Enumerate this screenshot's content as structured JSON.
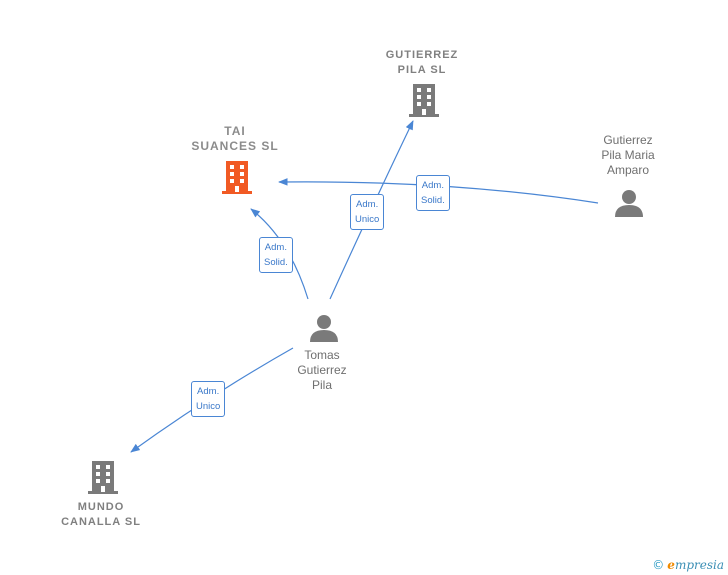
{
  "nodes": {
    "tai_suances": {
      "label": "TAI\nSUANCES  SL",
      "type": "company",
      "color": "#f15a24",
      "icon": "building-icon"
    },
    "gutierrez_pila": {
      "label": "GUTIERREZ\nPILA  SL",
      "type": "company",
      "color": "#808080",
      "icon": "building-icon"
    },
    "mundo_canalla": {
      "label": "MUNDO\nCANALLA  SL",
      "type": "company",
      "color": "#808080",
      "icon": "building-icon"
    },
    "gutierrez_pila_maria": {
      "label": "Gutierrez\nPila Maria\nAmparo",
      "type": "person",
      "color": "#808080",
      "icon": "person-icon"
    },
    "tomas_gutierrez": {
      "label": "Tomas\nGutierrez\nPila",
      "type": "person",
      "color": "#808080",
      "icon": "person-icon"
    }
  },
  "edges": [
    {
      "from": "gutierrez_pila_maria",
      "to": "tai_suances",
      "label": "Adm.\nSolid."
    },
    {
      "from": "tomas_gutierrez",
      "to": "tai_suances",
      "label": "Adm.\nSolid."
    },
    {
      "from": "tomas_gutierrez",
      "to": "gutierrez_pila",
      "label": "Adm.\nUnico"
    },
    {
      "from": "tomas_gutierrez",
      "to": "mundo_canalla",
      "label": "Adm.\nUnico"
    }
  ],
  "edge_color": "#4a86d4",
  "credit": {
    "symbol": "©",
    "brand_initial": "e",
    "brand_rest": "mpresia"
  }
}
